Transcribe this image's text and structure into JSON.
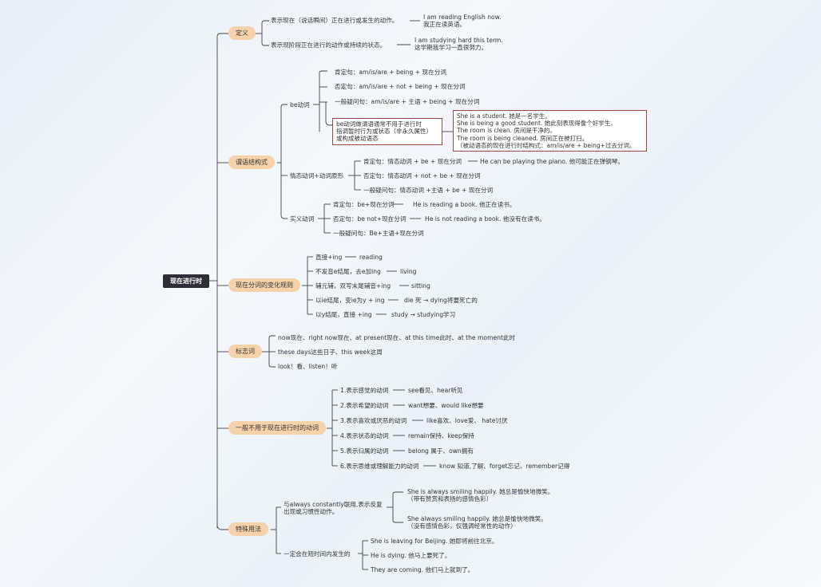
{
  "root": "现在进行时",
  "definition": {
    "label": "定义",
    "d1a": "表示现在（说话瞬间）正在",
    "d1b": "进行或发生",
    "d1c": "的动作。",
    "e1a": "I am reading English now.",
    "e1b": "我正在读英语。",
    "d2a": "表示",
    "d2b": "现阶段",
    "d2c": "正在进行的",
    "d2d": "动作或持续的状态。",
    "e2a": "I am studying hard this term.",
    "e2b": "这学期我学习一直很努力。"
  },
  "predicate": {
    "label": "谓语结构式",
    "be": {
      "label": "be动词",
      "items": [
        "肯定句：am/is/are + being + 现在分词",
        "否定句：am/is/are + not + being + 现在分词",
        "一般疑问句：am/is/are + 主语 + being + 现在分词"
      ],
      "note": [
        "be动词做谓语通常不用于进行时",
        "指调暂时行为或状态（非永久属性）",
        "或构成被动语态"
      ],
      "examples": [
        "She is a student. 她是一名学生。",
        "She is being a good student. 她此刻表现得像个好学生。",
        "The room is clean. 房间是干净的。",
        "The room is being cleaned. 房间正在被打扫。",
        "（被动语态的现在进行时结构式：am/is/are + being+过去分词。"
      ]
    },
    "modal": {
      "label": "情态动词+动词原形",
      "items": [
        "肯定句：情态动词 + be + 现在分词",
        "否定句：情态动词 + not + be + 现在分词",
        "一般疑问句：情态动词 +主语 + be + 现在分词"
      ],
      "example": "He can be playing the piano. 他可能正在弹钢琴。"
    },
    "lexical": {
      "label": "实义动词",
      "items": [
        "肯定句：be+现在分词",
        "否定句：be not+现在分词",
        "一般疑问句：Be+主语+现在分词"
      ],
      "ex1": "He is reading a book. 他正在读书。",
      "ex2": "He is not reading a book. 他没有在读书。"
    }
  },
  "participle": {
    "label": "现在分词的变化规则",
    "rules": [
      "直接+ing",
      "不发音e结尾，去e加ing",
      "辅元辅，双写末尾辅音+ing",
      "以ie结尾，变ie为y + ing",
      "以y结尾，直接 +ing"
    ],
    "examples": [
      "reading",
      "living",
      "sitting",
      "die 死 → dying将要死亡的",
      "study → studying学习"
    ]
  },
  "markers": {
    "label": "标志词",
    "items": [
      "now现在、right now现在、at present现在、at this time此时、at the moment此时",
      "these days这些日子、this week这周",
      "look！看、listen！听"
    ]
  },
  "notused": {
    "label": "一般不用于现在进行时的动词",
    "items": [
      "1.表示感觉的动词",
      "2.表示希望的动词",
      "3.表示喜欢或厌恶的动词",
      "4.表示状态的动词",
      "5.表示归属的动词",
      "6.表示思维或理解能力的动词"
    ],
    "examples": [
      "see看见、hear听见",
      "want想要、would like想要",
      "like喜欢、love爱、 hate讨厌",
      "remain保持、keep保持",
      "belong 属于、own拥有",
      "know 知道,了解、forget忘记、remember记得"
    ]
  },
  "special": {
    "label": "特殊用法",
    "always": {
      "label1": "与always constantly联用,表示反复",
      "label2": "出现或习惯性动作。",
      "ex1a": "She ",
      "ex1b": "is",
      "ex1c": " always smiling happily.  她总是愉快地微笑。",
      "ex1d": "（带有赞赏和表扬的感情色彩）",
      "ex2a": "She always smiling happily.  她总是愉快地微笑。",
      "ex2b": "（没有感情色彩，仅强调经常性的动作）"
    },
    "future": {
      "label": "一定会在短时间内发生的",
      "items": [
        "She is leaving for Beijing. 她即将前往北京。",
        "He is dying. 他马上要死了。",
        "They are coming. 他们马上就到了。"
      ]
    }
  }
}
